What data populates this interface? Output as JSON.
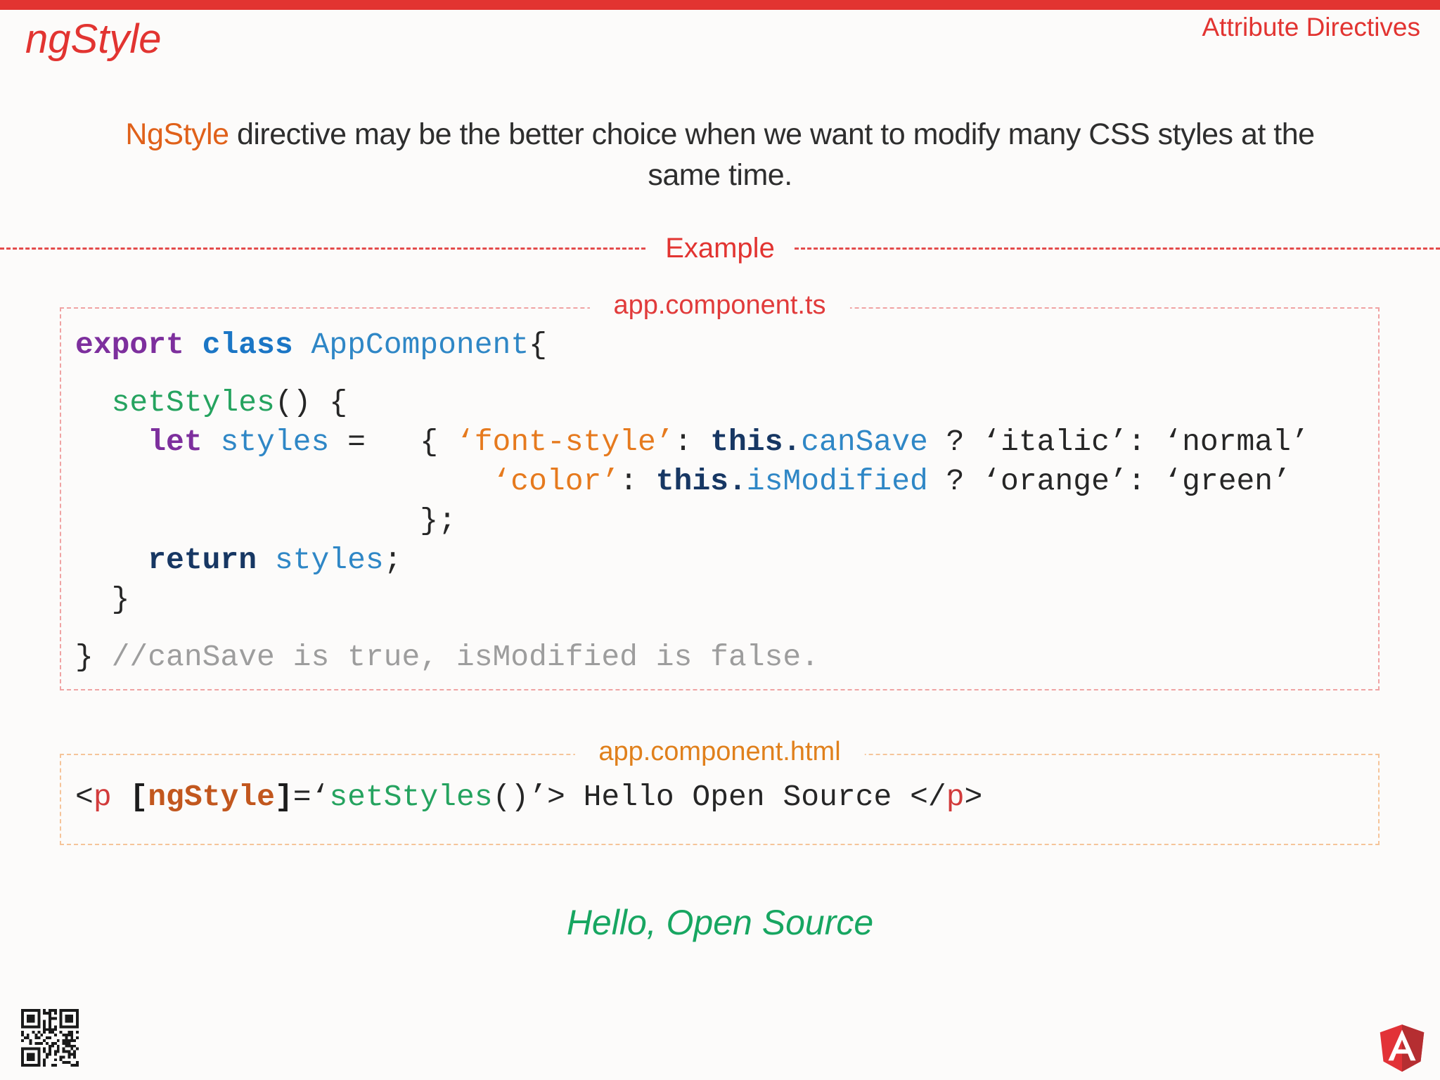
{
  "header": {
    "title": "ngStyle",
    "corner": "Attribute Directives"
  },
  "intro": {
    "highlight": "NgStyle",
    "line1_rest": " directive may be the better choice when we want to modify many CSS styles at the",
    "line2": "same time."
  },
  "divider": {
    "label": "Example"
  },
  "ts_box": {
    "label": "app.component.ts",
    "lines": [
      [
        [
          "export",
          "kp"
        ],
        [
          " ",
          "pl"
        ],
        [
          "class",
          "kb"
        ],
        [
          " ",
          "pl"
        ],
        [
          "AppComponent",
          "id"
        ],
        [
          "{",
          "pl"
        ]
      ],
      [],
      [
        [
          "  ",
          "pl"
        ],
        [
          "setStyles",
          "fn"
        ],
        [
          "() {",
          "pl"
        ]
      ],
      [
        [
          "    ",
          "pl"
        ],
        [
          "let",
          "kp"
        ],
        [
          " ",
          "pl"
        ],
        [
          "styles",
          "id"
        ],
        [
          " =   { ",
          "pl"
        ],
        [
          "‘font-style’",
          "st"
        ],
        [
          ": ",
          "pl"
        ],
        [
          "this.",
          "kn"
        ],
        [
          "canSave",
          "id"
        ],
        [
          " ? ‘italic’: ‘normal’",
          "pl"
        ]
      ],
      [
        [
          "                       ",
          "pl"
        ],
        [
          "‘color’",
          "st"
        ],
        [
          ": ",
          "pl"
        ],
        [
          "this.",
          "kn"
        ],
        [
          "isModified",
          "id"
        ],
        [
          " ? ‘orange’: ‘green’",
          "pl"
        ]
      ],
      [
        [
          "                   };",
          "pl"
        ]
      ],
      [
        [
          "    ",
          "pl"
        ],
        [
          "return",
          "kn"
        ],
        [
          " ",
          "pl"
        ],
        [
          "styles",
          "id"
        ],
        [
          ";",
          "pl"
        ]
      ],
      [
        [
          "  }",
          "pl"
        ]
      ],
      [],
      [
        [
          "} ",
          "pl"
        ],
        [
          "//canSave is true, isModified is false.",
          "cm"
        ]
      ]
    ]
  },
  "html_box": {
    "label": "app.component.html",
    "lines": [
      [
        [
          "<",
          "pl"
        ],
        [
          "p",
          "tag"
        ],
        [
          " ",
          "pl"
        ],
        [
          "[",
          "plb"
        ],
        [
          "ngStyle",
          "attr"
        ],
        [
          "]",
          "plb"
        ],
        [
          "=",
          "pl"
        ],
        [
          "‘",
          "pl"
        ],
        [
          "setStyles",
          "fn"
        ],
        [
          "()",
          "pl"
        ],
        [
          "’",
          "pl"
        ],
        [
          "> Hello Open Source ",
          "pl"
        ],
        [
          "</",
          "pl"
        ],
        [
          "p",
          "tag"
        ],
        [
          ">",
          "pl"
        ]
      ]
    ]
  },
  "output": {
    "text": "Hello, Open Source"
  },
  "colors": {
    "angular_red": "#e23431",
    "intro_highlight_orange": "#e0611a",
    "ts_label_red": "#e13b3b",
    "html_label_orange": "#e0801c",
    "keyword_purple": "#7d2f9d",
    "keyword_blue": "#1b76c5",
    "identifier_blue": "#2f87c6",
    "function_green": "#25a35f",
    "string_orange": "#e67a1e",
    "navy_keyword": "#173763",
    "comment_gray": "#9d9d9d",
    "output_green": "#17a661",
    "logo_red_left": "#e23237",
    "logo_red_right": "#b52e31"
  }
}
